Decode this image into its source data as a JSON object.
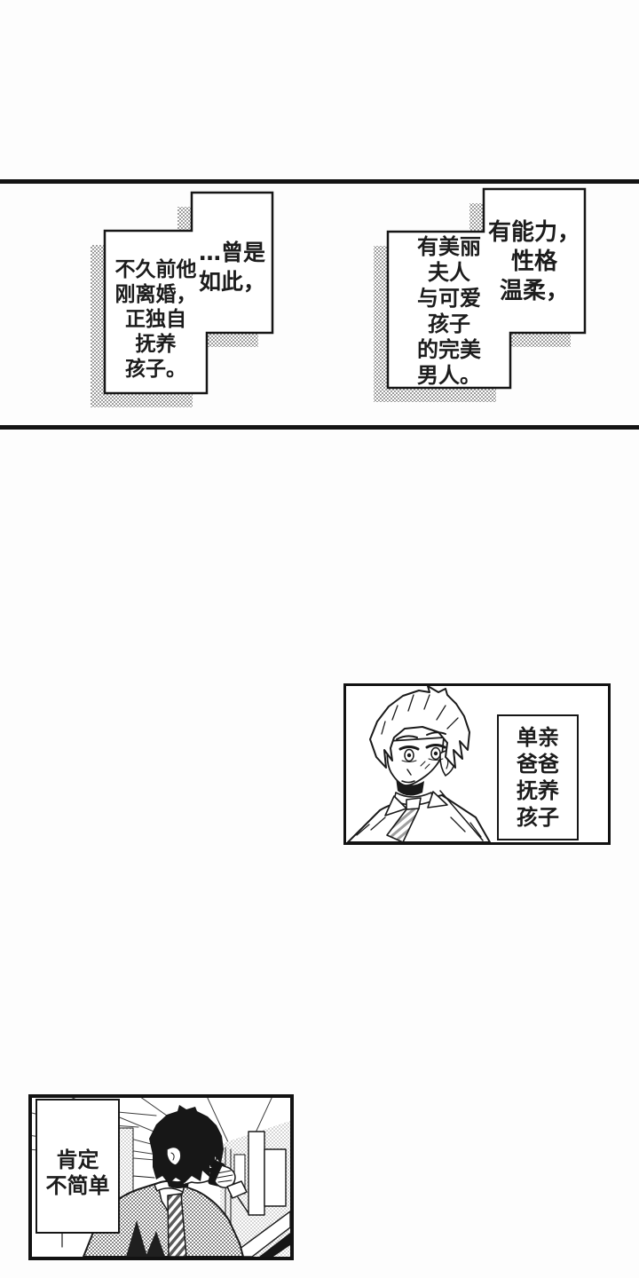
{
  "page": {
    "bg_color": "#fdfdfd",
    "ink_color": "#1c1c1c",
    "halftone_color": "#8a8a8a"
  },
  "intro_strip": {
    "left_group": {
      "lead_box": {
        "lines": [
          "…曾是",
          "如此，"
        ]
      },
      "main_box": {
        "lines": [
          "不久前他",
          "刚离婚，",
          "正独自",
          "抚养",
          "孩子。"
        ]
      }
    },
    "right_group": {
      "lead_box": {
        "lines": [
          "有能力，",
          "性格",
          "温柔，"
        ]
      },
      "main_box": {
        "lines": [
          "有美丽",
          "夫人",
          "与可爱",
          "孩子",
          "的完美",
          "男人。"
        ]
      }
    }
  },
  "portrait_panel": {
    "caption_box": {
      "lines": [
        "单亲",
        "爸爸",
        "抚养",
        "孩子"
      ]
    }
  },
  "office_panel": {
    "caption_box": {
      "lines": [
        "肯定",
        "不简单"
      ]
    }
  }
}
